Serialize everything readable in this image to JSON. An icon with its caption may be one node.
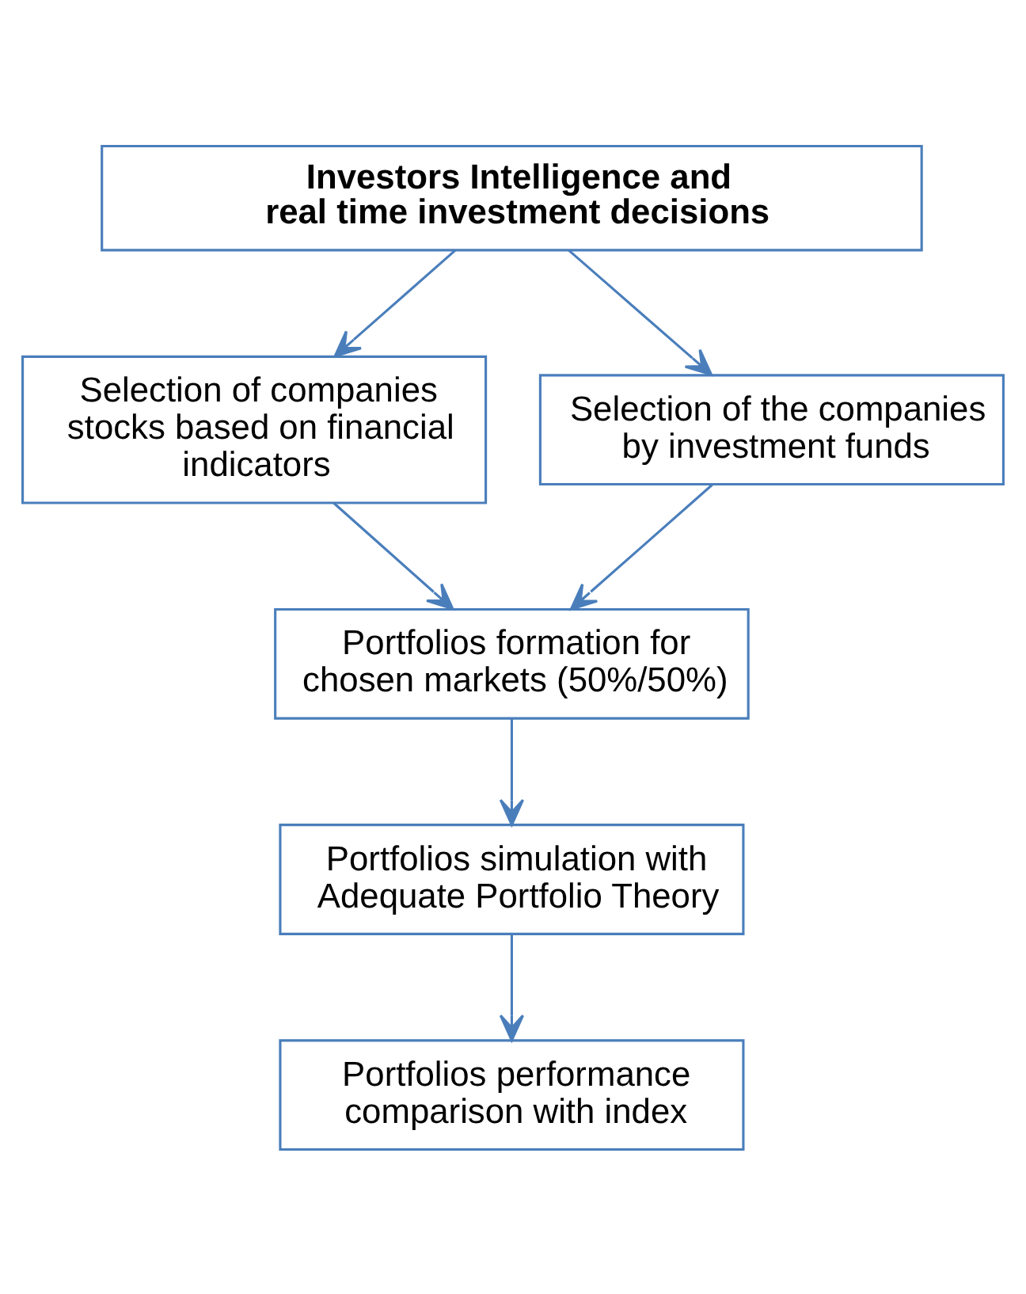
{
  "diagram": {
    "nodes": [
      {
        "text": [
          "Investors Intelligence and real time investment decisions"
        ]
      },
      {
        "text": [
          "Selection of companies stocks based on financial indicators"
        ]
      },
      {
        "text": [
          "Selection of the companies by investment funds"
        ]
      },
      {
        "text": [
          "Portfolios formation for chosen markets (50%/50%)"
        ]
      },
      {
        "text": [
          "Portfolios simulation with Adequate Portfolio Theory"
        ]
      },
      {
        "text": [
          "Portfolios performance comparison with index"
        ]
      }
    ],
    "edges": [
      {
        "from": 0,
        "to": 1,
        "arrow": "to"
      },
      {
        "from": 0,
        "to": 2,
        "arrow": "to"
      },
      {
        "from": 1,
        "to": 3,
        "arrow": "to"
      },
      {
        "from": 2,
        "to": 3,
        "arrow": "to"
      },
      {
        "from": 3,
        "to": 4,
        "arrow": "to"
      },
      {
        "from": 4,
        "to": 5,
        "arrow": "to"
      }
    ]
  }
}
